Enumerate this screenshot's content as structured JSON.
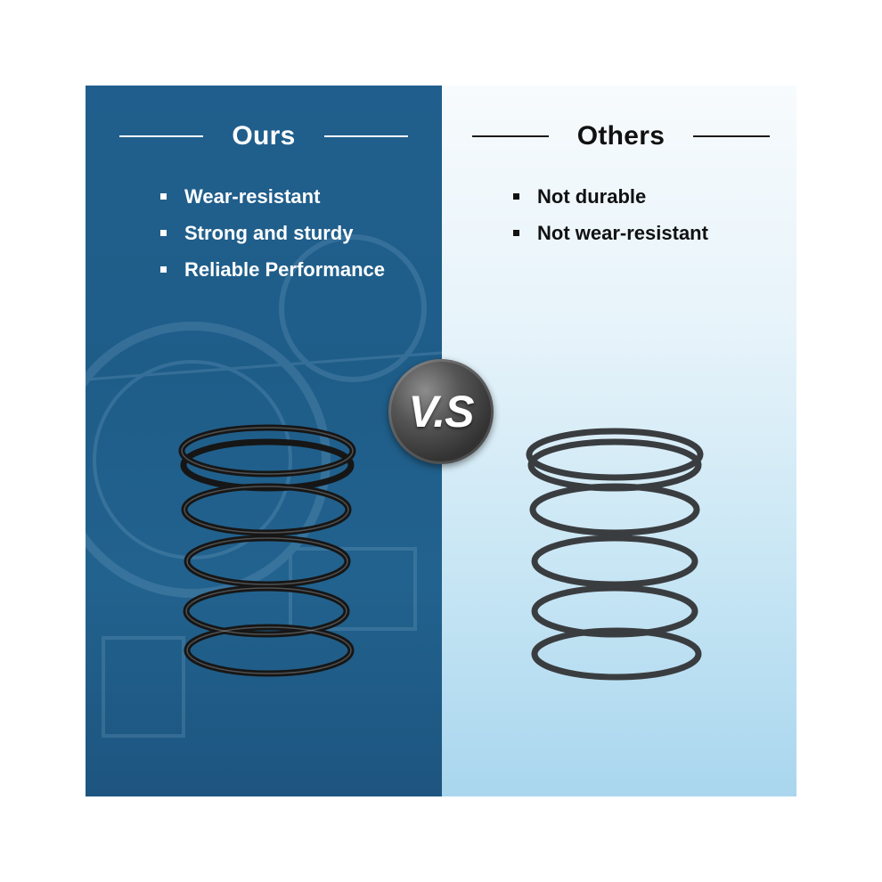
{
  "colors": {
    "left_panel": "#205f8d",
    "right_panel_top": "#f7fbfd",
    "right_panel_bottom": "#a9d6ee",
    "ours_spring": "#161616",
    "others_spring": "#3a3d40",
    "badge": "#444444"
  },
  "ours": {
    "title": "Ours",
    "bullets": [
      "Wear-resistant",
      "Strong and sturdy",
      "Reliable Performance"
    ]
  },
  "others": {
    "title": "Others",
    "bullets": [
      "Not durable",
      "Not wear-resistant"
    ]
  },
  "badge": {
    "label": "V.S"
  }
}
